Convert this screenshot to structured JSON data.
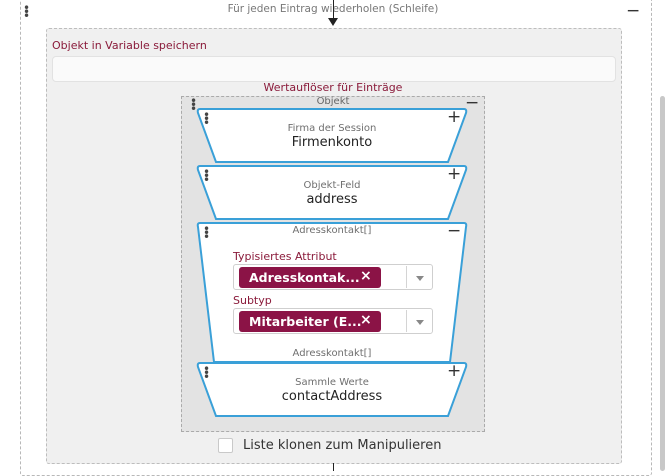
{
  "loop": {
    "title": "Für jeden Eintrag wiederholen (Schleife)"
  },
  "store": {
    "title": "Objekt in Variable speichern",
    "value": ""
  },
  "resolver": {
    "title": "Wertauflöser für Einträge"
  },
  "object": {
    "title": "Objekt"
  },
  "session_company": {
    "caption": "Firma der Session",
    "value": "Firmenkonto"
  },
  "object_field": {
    "caption": "Objekt-Feld",
    "value": "address"
  },
  "address_contact": {
    "caption": "Adresskontakt[]",
    "typed_attribute_label": "Typisiertes Attribut",
    "typed_attribute_value": "Adresskontak...",
    "subtype_label": "Subtyp",
    "subtype_value": "Mitarbeiter (E...",
    "footer": "Adresskontakt[]"
  },
  "collect": {
    "caption": "Sammle Werte",
    "value": "contactAddress"
  },
  "clone": {
    "label": "Liste klonen zum Manipulieren",
    "checked": false
  },
  "icons": {
    "remove": "×",
    "expand": "+",
    "collapse": "−"
  },
  "colors": {
    "accent": "#8b1346",
    "funnel_border": "#3aa0d8",
    "label": "#8a1a3a"
  }
}
